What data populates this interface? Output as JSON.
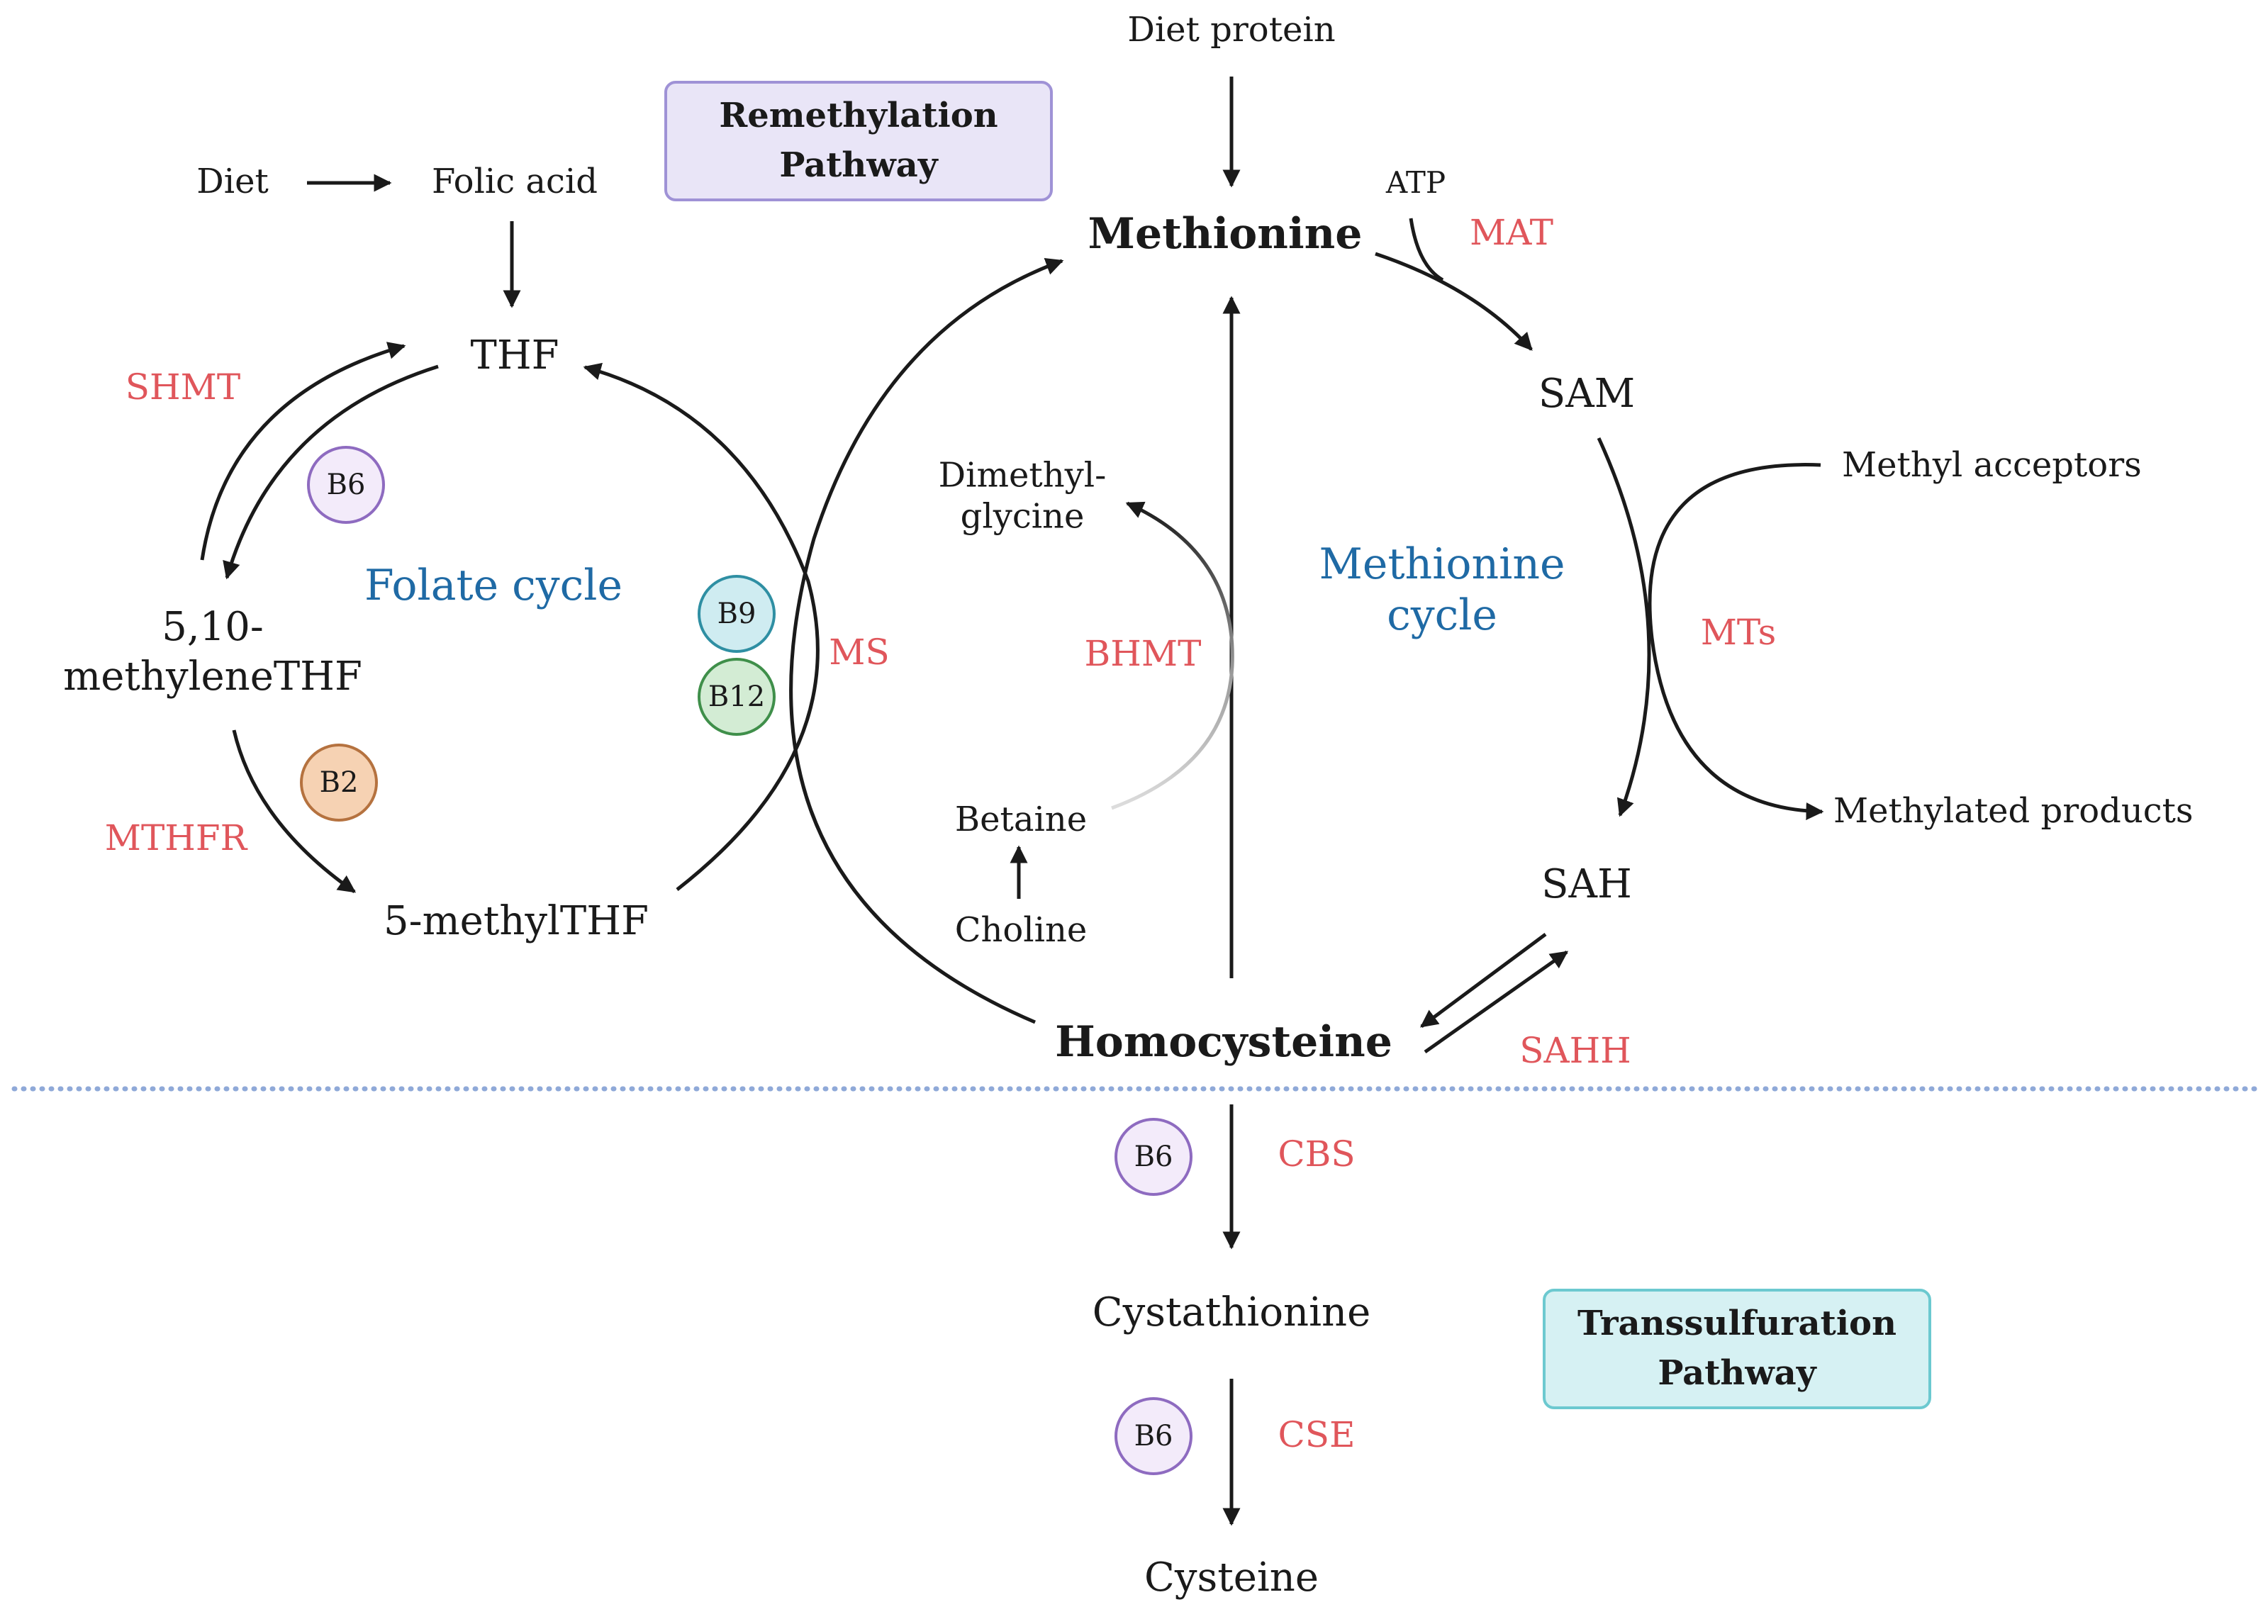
{
  "pathways": {
    "remethylation": "Remethylation\nPathway",
    "transsulfuration": "Transsulfuration\nPathway"
  },
  "metabolites": {
    "diet_protein": "Diet protein",
    "methionine": "Methionine",
    "atp": "ATP",
    "sam": "SAM",
    "methyl_acceptors": "Methyl acceptors",
    "methylated_products": "Methylated products",
    "sah": "SAH",
    "homocysteine": "Homocysteine",
    "dimethylglycine": "Dimethyl-\nglycine",
    "betaine": "Betaine",
    "choline": "Choline",
    "diet": "Diet",
    "folic_acid": "Folic acid",
    "thf": "THF",
    "methylene_thf": "5,10-\nmethyleneTHF",
    "methyl_thf": "5-methylTHF",
    "cystathionine": "Cystathionine",
    "cysteine": "Cysteine"
  },
  "enzymes": {
    "mat": "MAT",
    "mts": "MTs",
    "sahh": "SAHH",
    "bhmt": "BHMT",
    "ms": "MS",
    "shmt": "SHMT",
    "mthfr": "MTHFR",
    "cbs": "CBS",
    "cse": "CSE"
  },
  "cycles": {
    "folate": "Folate cycle",
    "methionine": "Methionine\ncycle"
  },
  "cofactors": {
    "b6_shmt": "B6",
    "b9": "B9",
    "b12": "B12",
    "b2": "B2",
    "b6_cbs": "B6",
    "b6_cse": "B6"
  },
  "colors": {
    "enzyme": "#e0565b",
    "cycle_label": "#1f6aa5",
    "remethylation_box": "#e9e5f7",
    "transsulfuration_box": "#d6f1f3",
    "b6": "#f3ebfa",
    "b9": "#cfecf1",
    "b12": "#d3ecd4",
    "b2": "#f6d2b3",
    "divider": "#8fa9d8"
  }
}
